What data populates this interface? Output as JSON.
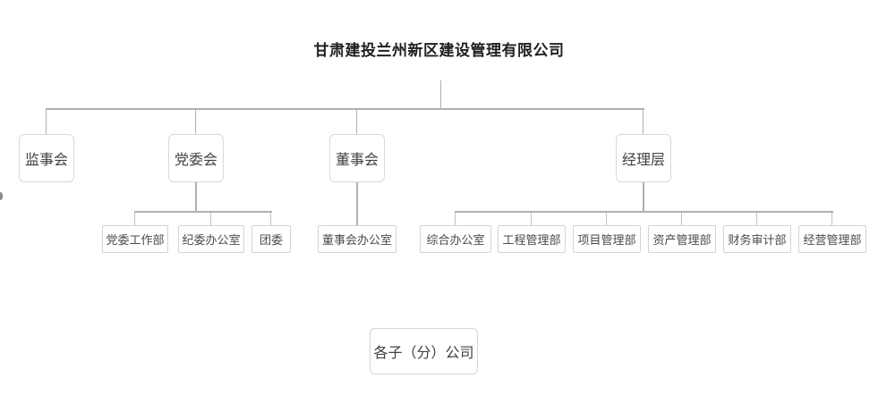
{
  "title": "甘肃建投兰州新区建设管理有限公司",
  "org": {
    "level2": [
      {
        "label": "监事会",
        "children": []
      },
      {
        "label": "党委会",
        "children": [
          "党委工作部",
          "纪委办公室",
          "团委"
        ]
      },
      {
        "label": "董事会",
        "children": [
          "董事会办公室"
        ]
      },
      {
        "label": "经理层",
        "children": [
          "综合办公室",
          "工程管理部",
          "项目管理部",
          "资产管理部",
          "财务审计部",
          "经营管理部"
        ]
      }
    ],
    "standalone": {
      "label": "各子（分）公司"
    }
  },
  "colors": {
    "background": "#ffffff",
    "connector": "#b0b0b0",
    "connector_light": "#c2c2c2",
    "box_border_rounded": "#d9d9d9",
    "box_border_square": "#d4d4d4",
    "title_text": "#1f1f1f",
    "node_text": "#404040"
  }
}
